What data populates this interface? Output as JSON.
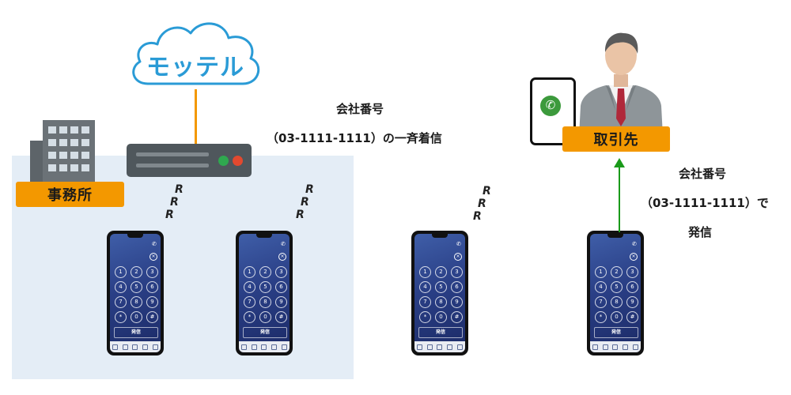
{
  "cloud": {
    "label": "モッテル"
  },
  "center_caption": {
    "line1": "会社番号",
    "line2": "（03-1111-1111）の一斉着信"
  },
  "office": {
    "label": "事務所"
  },
  "client": {
    "label": "取引先"
  },
  "right_caption": {
    "line1": "会社番号",
    "line2": "（03-1111-1111）で",
    "line3": "発信"
  },
  "ring_mark": "R",
  "phone_screen": {
    "keys": [
      "1",
      "2",
      "3",
      "4",
      "5",
      "6",
      "7",
      "8",
      "9",
      "*",
      "0",
      "#"
    ],
    "dial_label": "発信"
  },
  "colors": {
    "accent_orange": "#f39800",
    "cloud_blue": "#2a9bd6",
    "office_area": "#e4edf6",
    "arrow_green": "#1a9a1a",
    "server_led_green": "#2fa84f",
    "server_led_red": "#e2492f"
  },
  "icons": [
    "cloud-icon",
    "building-icon",
    "server-icon",
    "smartphone-icon",
    "businessman-icon",
    "phone-call-icon",
    "ringing-icon",
    "arrow-up-icon"
  ]
}
